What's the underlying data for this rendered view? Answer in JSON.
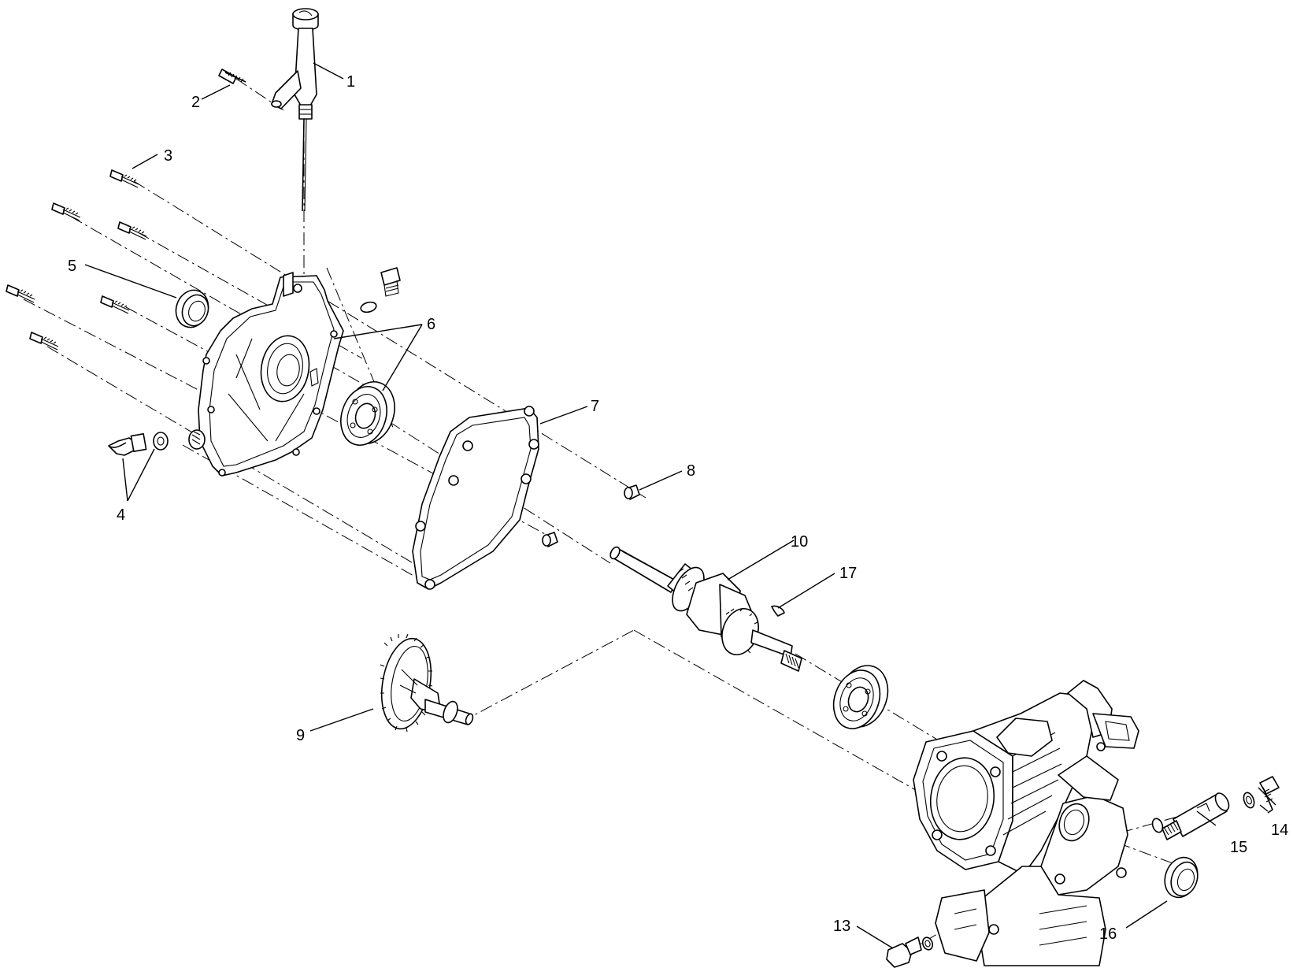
{
  "callouts": [
    {
      "id": "1",
      "label": "1"
    },
    {
      "id": "2",
      "label": "2"
    },
    {
      "id": "3",
      "label": "3"
    },
    {
      "id": "4",
      "label": "4"
    },
    {
      "id": "5",
      "label": "5"
    },
    {
      "id": "6",
      "label": "6"
    },
    {
      "id": "7",
      "label": "7"
    },
    {
      "id": "8",
      "label": "8"
    },
    {
      "id": "9",
      "label": "9"
    },
    {
      "id": "10",
      "label": "10"
    },
    {
      "id": "13",
      "label": "13"
    },
    {
      "id": "14",
      "label": "14"
    },
    {
      "id": "15",
      "label": "15"
    },
    {
      "id": "16",
      "label": "16"
    },
    {
      "id": "17",
      "label": "17"
    }
  ]
}
